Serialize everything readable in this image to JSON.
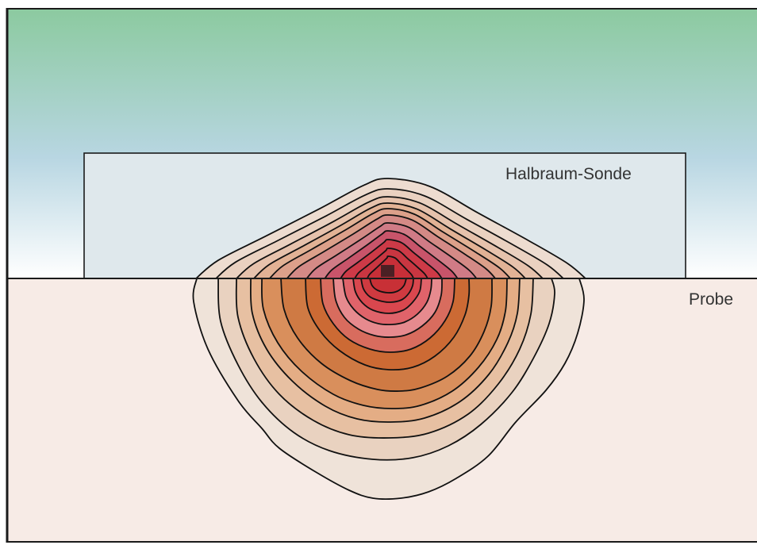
{
  "labels": {
    "probe": "Probe",
    "sonde": "Halbraum-Sonde"
  },
  "colors": {
    "sky_top": "#8ccaa0",
    "sky_mid": "#b8d6e2",
    "sky_bottom": "#ffffff",
    "probe_region": "#f7ebe6",
    "sonde_box": "#dfe8ec",
    "contour_line": "#111111",
    "source_marker": "#4a2024",
    "lower_contour_fills": [
      "#efe3d9",
      "#e9d2c0",
      "#e7c0a2",
      "#e4ad85",
      "#d98f5c",
      "#cf7a44",
      "#cc6a34",
      "#d86c5e",
      "#e68a8e",
      "#e0636a",
      "#d9474e",
      "#cf3a40",
      "#c83036"
    ],
    "upper_contour_fills": [
      "#eddcd0",
      "#ead1c0",
      "#e6c2ac",
      "#e2b295",
      "#dca08a",
      "#d48a86",
      "#d07b86",
      "#c8546a",
      "#cd3a47",
      "#c93641",
      "#c72f38"
    ]
  },
  "icons": {
    "source": "square-marker"
  }
}
